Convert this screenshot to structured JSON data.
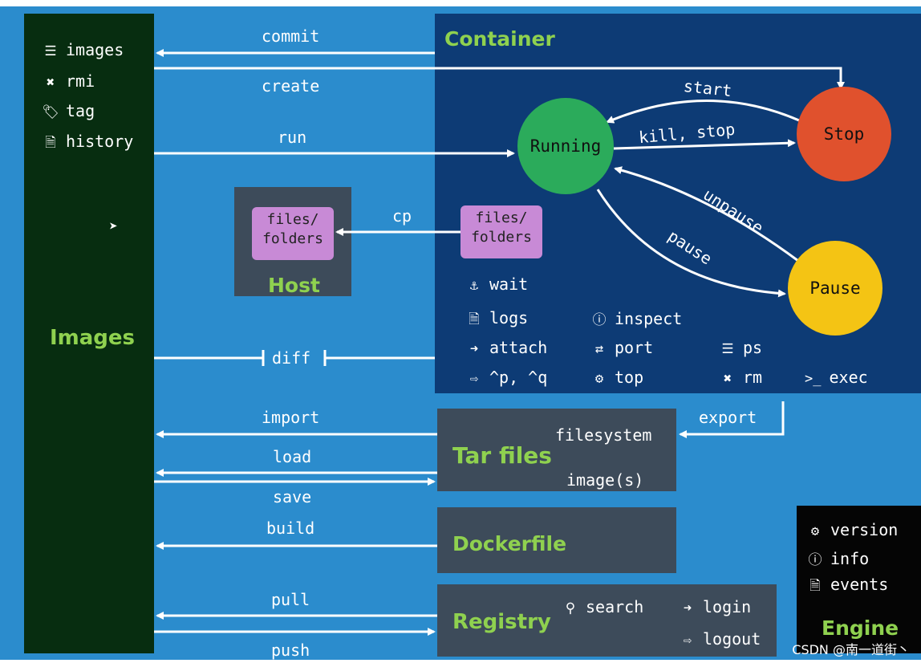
{
  "image_commands": [
    {
      "icon": "list-icon",
      "glyph": "☰",
      "label": "images"
    },
    {
      "icon": "close-icon",
      "glyph": "✖",
      "label": "rmi"
    },
    {
      "icon": "tag-icon",
      "glyph": "🏷",
      "label": "tag"
    },
    {
      "icon": "document-icon",
      "glyph": "🗎",
      "label": "history"
    }
  ],
  "images_title": "Images",
  "container_title": "Container",
  "states": {
    "running": "Running",
    "stop": "Stop",
    "pause": "Pause"
  },
  "transitions": {
    "start": "start",
    "kill_stop": "kill, stop",
    "unpause": "unpause",
    "pause": "pause"
  },
  "arrows": {
    "commit": "commit",
    "create": "create",
    "run": "run",
    "cp": "cp",
    "diff": "diff",
    "import": "import",
    "load": "load",
    "save": "save",
    "build": "build",
    "pull": "pull",
    "push": "push",
    "export": "export"
  },
  "files_folders_line1": "files/",
  "files_folders_line2": "folders",
  "host_title": "Host",
  "container_commands": {
    "wait": "wait",
    "logs": "logs",
    "inspect": "inspect",
    "attach": "attach",
    "port": "port",
    "ps": "ps",
    "detach": "^p, ^q",
    "top": "top",
    "rm": "rm",
    "exec": "exec"
  },
  "tar": {
    "title": "Tar files",
    "filesystem": "filesystem",
    "images": "image(s)"
  },
  "dockerfile_title": "Dockerfile",
  "registry": {
    "title": "Registry",
    "search": "search",
    "login": "login",
    "logout": "logout"
  },
  "engine": {
    "title": "Engine",
    "version": "version",
    "info": "info",
    "events": "events"
  },
  "watermark": "CSDN @南一道街丶",
  "colors": {
    "background": "#2b8ccd",
    "images_panel": "#072d10",
    "container_panel": "#0d3b75",
    "gray_panel": "#3d4b5a",
    "running": "#2bab5b",
    "stop": "#e0512d",
    "pause": "#f4c414",
    "files": "#c88ad6",
    "title_green": "#8fd14f"
  }
}
